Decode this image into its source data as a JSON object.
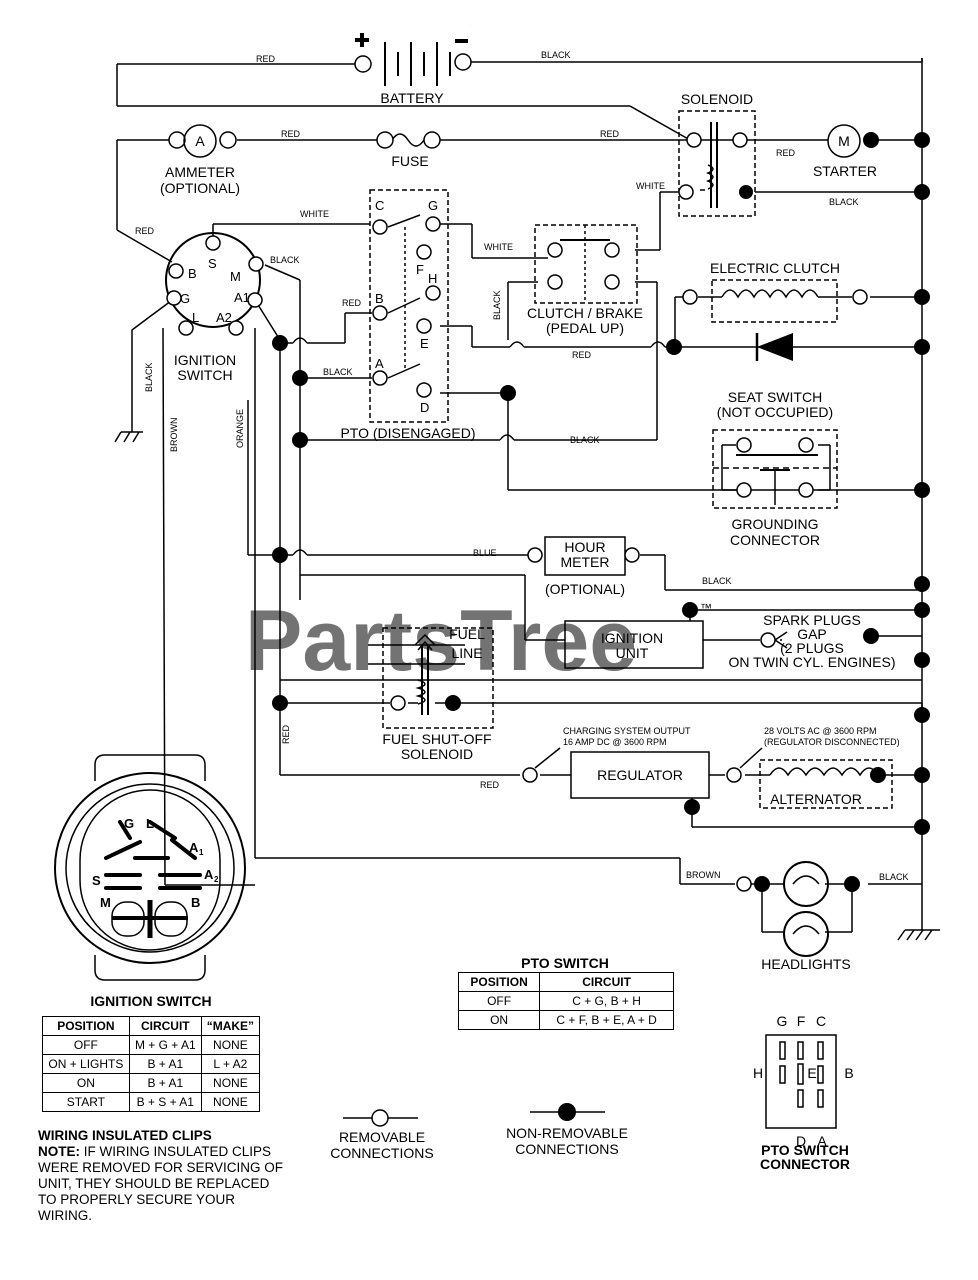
{
  "watermark": "PartsTree",
  "trademark": "™",
  "components": {
    "battery": "BATTERY",
    "battery_plus": "+",
    "battery_minus": "−",
    "solenoid": "SOLENOID",
    "ammeter": "AMMETER",
    "ammeter_optional": "(OPTIONAL)",
    "ammeter_symbol": "A",
    "fuse": "FUSE",
    "starter": "STARTER",
    "starter_symbol": "M",
    "pto": "PTO (DISENGAGED)",
    "clutch_brake": "CLUTCH / BRAKE",
    "clutch_brake_sub": "(PEDAL UP)",
    "electric_clutch": "ELECTRIC CLUTCH",
    "ignition_switch": "IGNITION",
    "ignition_switch_2": "SWITCH",
    "seat_switch": "SEAT SWITCH",
    "seat_switch_sub": "(NOT OCCUPIED)",
    "grounding": "GROUNDING",
    "grounding_2": "CONNECTOR",
    "hour_meter": "HOUR",
    "hour_meter_2": "METER",
    "hour_meter_optional": "(OPTIONAL)",
    "spark_plugs": "SPARK PLUGS",
    "spark_gap": "GAP",
    "spark_plugs_2": "(2 PLUGS",
    "spark_plugs_3": "ON TWIN CYL. ENGINES)",
    "ignition_unit": "IGNITION",
    "ignition_unit_2": "UNIT",
    "fuel_line": "FUEL",
    "fuel_line_2": "LINE",
    "fuel_solenoid": "FUEL SHUT-OFF",
    "fuel_solenoid_2": "SOLENOID",
    "regulator": "REGULATOR",
    "charging_output": "CHARGING SYSTEM OUTPUT",
    "charging_output_2": "16 AMP DC @ 3600 RPM",
    "alt_volts": "28 VOLTS AC @ 3600 RPM",
    "alt_volts_2": "(REGULATOR DISCONNECTED)",
    "alternator": "ALTERNATOR",
    "headlights": "HEADLIGHTS"
  },
  "wires": {
    "red": "RED",
    "black": "BLACK",
    "white": "WHITE",
    "blue": "BLUE",
    "brown": "BROWN",
    "orange": "ORANGE"
  },
  "ignition_pins": {
    "b": "B",
    "s": "S",
    "m": "M",
    "g": "G",
    "l": "L",
    "a1": "A1",
    "a2": "A2"
  },
  "pto_pins": {
    "c": "C",
    "g": "G",
    "f": "F",
    "h": "H",
    "b": "B",
    "e": "E",
    "a": "A",
    "d": "D"
  },
  "ignition_connector_pins": {
    "g": "G",
    "l": "L",
    "a1": "A",
    "a1_sub": "1",
    "a2": "A",
    "a2_sub": "2",
    "s": "S",
    "m": "M",
    "b": "B"
  },
  "ignition_table": {
    "title": "IGNITION SWITCH",
    "headers": [
      "POSITION",
      "CIRCUIT",
      "“MAKE”"
    ],
    "rows": [
      [
        "OFF",
        "M + G + A1",
        "NONE"
      ],
      [
        "ON + LIGHTS",
        "B + A1",
        "L + A2"
      ],
      [
        "ON",
        "B + A1",
        "NONE"
      ],
      [
        "START",
        "B + S + A1",
        "NONE"
      ]
    ]
  },
  "pto_table": {
    "title": "PTO SWITCH",
    "headers": [
      "POSITION",
      "CIRCUIT"
    ],
    "rows": [
      [
        "OFF",
        "C + G, B + H"
      ],
      [
        "ON",
        "C + F, B + E, A + D"
      ]
    ]
  },
  "legend": {
    "removable": "REMOVABLE",
    "removable_2": "CONNECTIONS",
    "non_removable": "NON-REMOVABLE",
    "non_removable_2": "CONNECTIONS"
  },
  "pto_connector": {
    "title": "PTO SWITCH",
    "title_2": "CONNECTOR",
    "g": "G",
    "f": "F",
    "c": "C",
    "h": "H",
    "e": "E",
    "b": "B",
    "d": "D",
    "a": "A"
  },
  "note": {
    "heading": "WIRING INSULATED CLIPS",
    "label": "NOTE:",
    "body": " IF WIRING INSULATED CLIPS WERE REMOVED FOR SERVICING OF UNIT, THEY SHOULD BE REPLACED TO PROPERLY SECURE YOUR WIRING."
  }
}
